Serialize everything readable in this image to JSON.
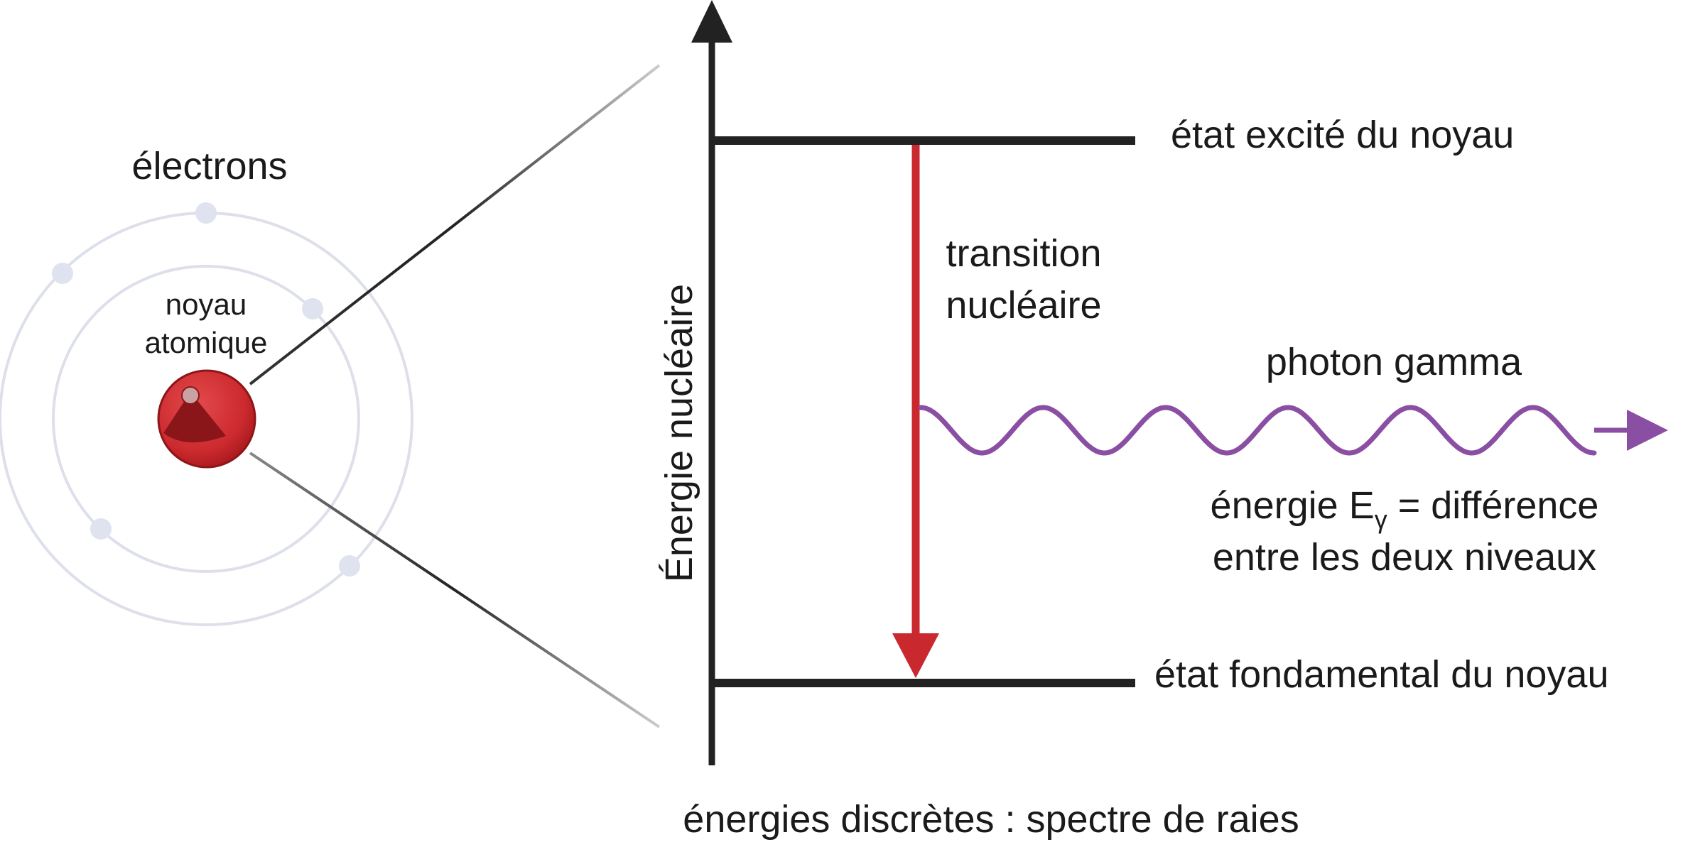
{
  "atom": {
    "electrons_label": "électrons",
    "nucleus_label_line1": "noyau",
    "nucleus_label_line2": "atomique"
  },
  "energy_diagram": {
    "axis_label": "Énergie nucléaire",
    "excited_state_label": "état excité du noyau",
    "ground_state_label": "état fondamental du noyau",
    "transition_label_line1": "transition",
    "transition_label_line2": "nucléaire",
    "photon_label": "photon gamma",
    "energy_text_prefix": "énergie E",
    "energy_subscript": "γ",
    "energy_text_suffix": " = différence",
    "energy_text_line2": "entre les deux niveaux",
    "footer_label": "énergies discrètes : spectre de raies"
  },
  "colors": {
    "axis": "#222222",
    "transition_arrow": "#c8282e",
    "photon_wave": "#8a4fa3",
    "orbit": "#dde0ea",
    "electron": "#dfe2ef",
    "nucleus": "#cc2a2e"
  },
  "icons": {
    "atom": "atom-icon",
    "nucleus": "nucleus-sphere-icon"
  }
}
